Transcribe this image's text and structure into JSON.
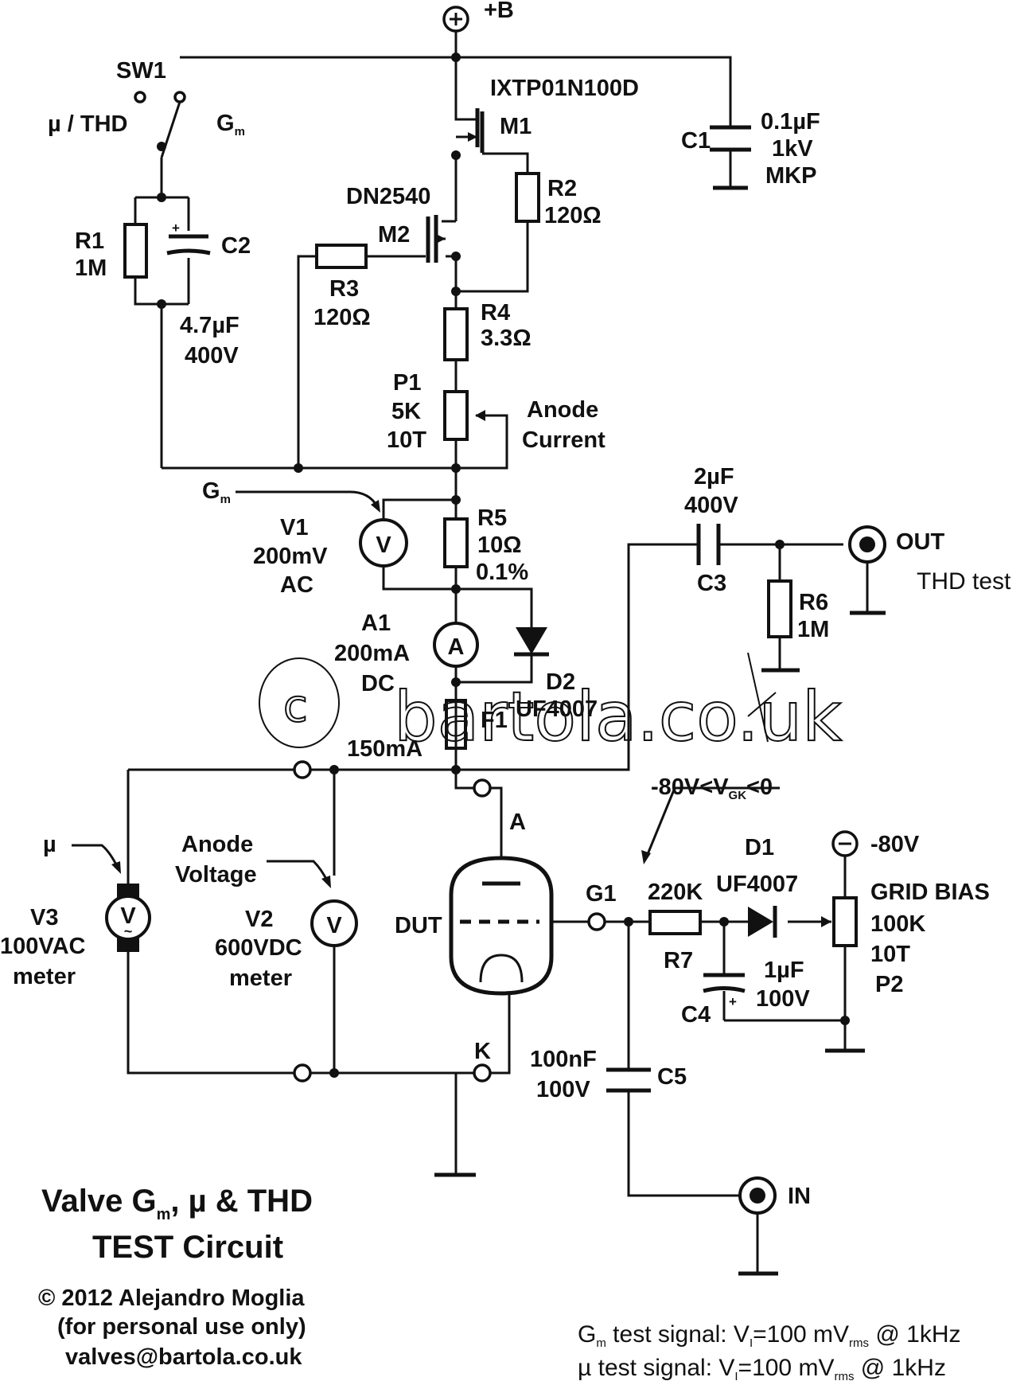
{
  "supply": {
    "plus": "+B",
    "minus": "-80V"
  },
  "switch": {
    "name": "SW1",
    "pos1": "µ / THD",
    "pos2_main": "G",
    "pos2_sub": "m"
  },
  "r1": {
    "name": "R1",
    "value": "1M"
  },
  "c2": {
    "name": "C2",
    "value": "4.7µF",
    "voltage": "400V",
    "plus": "+"
  },
  "m1": {
    "name": "M1",
    "part": "IXTP01N100D"
  },
  "m2": {
    "name": "M2",
    "part": "DN2540"
  },
  "r2": {
    "name": "R2",
    "value": "120Ω"
  },
  "r3": {
    "name": "R3",
    "value": "120Ω"
  },
  "r4": {
    "name": "R4",
    "value": "3.3Ω"
  },
  "c1": {
    "name": "C1",
    "value": "0.1µF",
    "voltage": "1kV",
    "type": "MKP"
  },
  "p1": {
    "name": "P1",
    "value": "5K",
    "turns": "10T",
    "label1": "Anode",
    "label2": "Current"
  },
  "gm_probe": {
    "main": "G",
    "sub": "m"
  },
  "v1": {
    "name": "V1",
    "range": "200mV",
    "mode": "AC",
    "symbol": "V"
  },
  "r5": {
    "name": "R5",
    "value": "10Ω",
    "tol": "0.1%"
  },
  "a1": {
    "name": "A1",
    "range": "200mA",
    "mode": "DC",
    "symbol": "A"
  },
  "d2": {
    "name": "D2",
    "part": "UF4007"
  },
  "f1": {
    "name": "F1",
    "value": "150mA"
  },
  "c3": {
    "name": "C3",
    "value": "2µF",
    "voltage": "400V"
  },
  "r6": {
    "name": "R6",
    "value": "1M"
  },
  "out": {
    "label": "OUT",
    "note": "THD  test"
  },
  "mu_probe": "µ",
  "v3": {
    "name": "V3",
    "range": "100VAC",
    "kind": "meter",
    "symbol": "V",
    "tilde": "~"
  },
  "v2": {
    "name": "V2",
    "range": "600VDC",
    "kind": "meter",
    "symbol": "V",
    "label1": "Anode",
    "label2": "Voltage"
  },
  "dut": {
    "name": "DUT",
    "anode": "A",
    "cathode": "K",
    "grid": "G1"
  },
  "vgk": {
    "pre": "-80V<V",
    "sub": "GK",
    "post": "<0"
  },
  "r7": {
    "name": "R7",
    "value": "220K"
  },
  "d1": {
    "name": "D1",
    "part": "UF4007"
  },
  "c4": {
    "name": "C4",
    "value": "1µF",
    "voltage": "100V",
    "plus": "+"
  },
  "p2": {
    "name": "P2",
    "label": "GRID BIAS",
    "value": "100K",
    "turns": "10T"
  },
  "c5": {
    "name": "C5",
    "value": "100nF",
    "voltage": "100V"
  },
  "in": {
    "label": "IN"
  },
  "watermark": {
    "c": "c",
    "site": "bartola.co.uk"
  },
  "title": {
    "line1_a": "Valve G",
    "line1_sub": "m",
    "line1_b": ", µ & THD",
    "line2": "TEST Circuit"
  },
  "credits": {
    "line1": "© 2012 Alejandro Moglia",
    "line2": "(for personal use only)",
    "line3": "valves@bartola.co.uk"
  },
  "signals": {
    "gm_a": "G",
    "gm_a_sub": "m",
    "gm_b": " test signal: V",
    "gm_b_sub": "I",
    "gm_c": "=100 mV",
    "gm_c_sub": "rms",
    "gm_d": " @ 1kHz",
    "mu_a": "µ test signal: V",
    "mu_a_sub": "I",
    "mu_b": "=100 mV",
    "mu_b_sub": "rms",
    "mu_c": " @ 1kHz"
  }
}
